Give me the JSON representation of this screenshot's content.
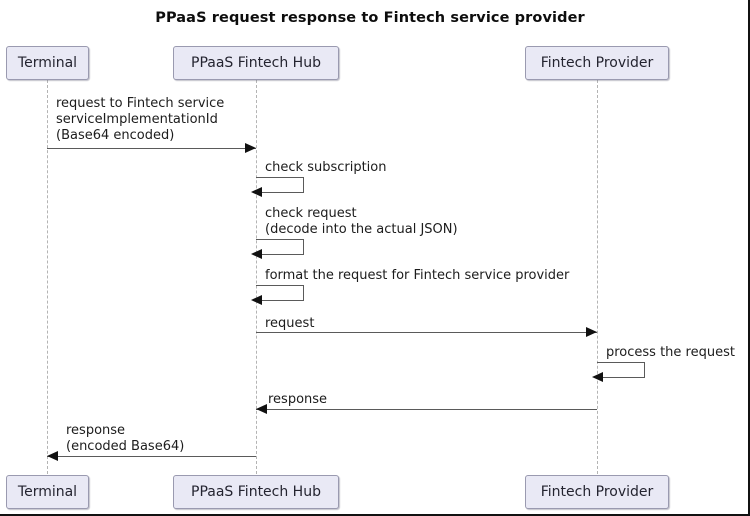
{
  "diagram": {
    "title": "PPaaS request response to Fintech service provider",
    "type": "sequence-diagram",
    "colors": {
      "participant_fill": "#e9e9f5",
      "participant_border": "#9a9ab0",
      "lifeline": "#b4b4b4",
      "arrow": "#5a5a5a",
      "text": "#1c1c1c"
    },
    "participants": [
      {
        "id": "terminal",
        "label": "Terminal"
      },
      {
        "id": "hub",
        "label": "PPaaS Fintech Hub"
      },
      {
        "id": "provider",
        "label": "Fintech Provider"
      }
    ],
    "messages": [
      {
        "id": "m1",
        "from": "terminal",
        "to": "hub",
        "direction": "right",
        "kind": "call",
        "label_lines": [
          "request to Fintech service",
          "serviceImplementationId",
          "(Base64 encoded)"
        ]
      },
      {
        "id": "m2",
        "from": "hub",
        "to": "hub",
        "direction": "self",
        "kind": "self-call",
        "label_lines": [
          "check subscription"
        ]
      },
      {
        "id": "m3",
        "from": "hub",
        "to": "hub",
        "direction": "self",
        "kind": "self-call",
        "label_lines": [
          "check request",
          "(decode into the actual JSON)"
        ]
      },
      {
        "id": "m4",
        "from": "hub",
        "to": "hub",
        "direction": "self",
        "kind": "self-call",
        "label_lines": [
          "format the request for Fintech service provider"
        ]
      },
      {
        "id": "m5",
        "from": "hub",
        "to": "provider",
        "direction": "right",
        "kind": "call",
        "label_lines": [
          "request"
        ]
      },
      {
        "id": "m6",
        "from": "provider",
        "to": "provider",
        "direction": "self",
        "kind": "self-call",
        "label_lines": [
          "process the request"
        ]
      },
      {
        "id": "m7",
        "from": "provider",
        "to": "hub",
        "direction": "left",
        "kind": "return",
        "label_lines": [
          "response"
        ]
      },
      {
        "id": "m8",
        "from": "hub",
        "to": "terminal",
        "direction": "left",
        "kind": "return",
        "label_lines": [
          "response",
          "(encoded Base64)"
        ]
      }
    ]
  }
}
